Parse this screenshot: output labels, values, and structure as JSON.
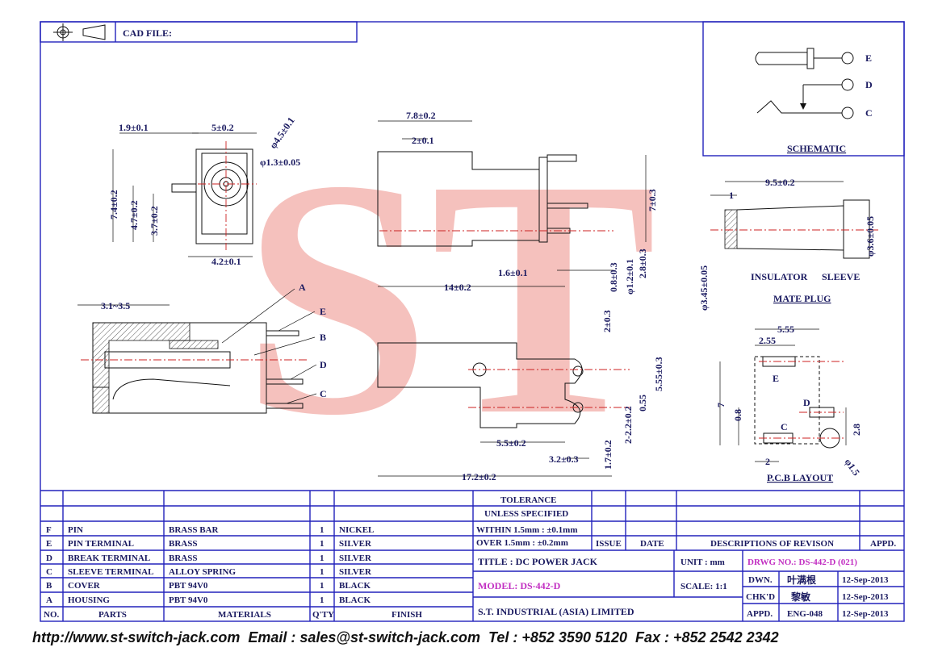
{
  "header": {
    "cad_file_label": "CAD FILE:"
  },
  "watermark": {
    "text": "ST",
    "color": "#f4b7b2"
  },
  "schematic": {
    "title": "SCHEMATIC",
    "pins": [
      "E",
      "D",
      "C"
    ]
  },
  "front_view": {
    "dims": [
      "1.9±0.1",
      "5±0.2",
      "φ4.5±0.1",
      "φ1.3±0.05",
      "7.4±0.2",
      "4.7±0.2",
      "3.7±0.2",
      "4.2±0.1"
    ]
  },
  "side_view": {
    "dims": [
      "7.8±0.2",
      "2±0.1",
      "7±0.3",
      "1.6±0.1",
      "14±0.2",
      "0.8±0.3",
      "φ1.2±0.1",
      "2.8±0.3"
    ]
  },
  "mate_plug": {
    "title": "MATE PLUG",
    "dims": [
      "9.5±0.2",
      "1",
      "φ3.6±0.05",
      "φ3.45±0.05"
    ],
    "labels": [
      "INSULATOR",
      "SLEEVE"
    ]
  },
  "section_view": {
    "dim": "3.1~3.5",
    "callouts": [
      "A",
      "E",
      "B",
      "D",
      "C"
    ]
  },
  "bottom_view": {
    "dims": [
      "2±0.3",
      "5.55±0.3",
      "0.55",
      "2-2.2±0.2",
      "5.5±0.2",
      "3.2±0.3",
      "1.7±0.2",
      "17.2±0.2"
    ]
  },
  "pcb_layout": {
    "title": "P.C.B LAYOUT",
    "dims": [
      "5.55",
      "2.55",
      "7",
      "0.8",
      "2.8",
      "2",
      "φ1.5"
    ],
    "pads": [
      "E",
      "D",
      "C"
    ]
  },
  "parts_table": {
    "headers": [
      "NO.",
      "PARTS",
      "MATERIALS",
      "Q'TY",
      "FINISH"
    ],
    "rows": [
      [
        "F",
        "PIN",
        "BRASS BAR",
        "1",
        "NICKEL"
      ],
      [
        "E",
        "PIN TERMINAL",
        "BRASS",
        "1",
        "SILVER"
      ],
      [
        "D",
        "BREAK TERMINAL",
        "BRASS",
        "1",
        "SILVER"
      ],
      [
        "C",
        "SLEEVE TERMINAL",
        "ALLOY SPRING",
        "1",
        "SILVER"
      ],
      [
        "B",
        "COVER",
        "PBT 94V0",
        "1",
        "BLACK"
      ],
      [
        "A",
        "HOUSING",
        "PBT 94V0",
        "1",
        "BLACK"
      ]
    ]
  },
  "tolerance": {
    "title": "TOLERANCE",
    "subtitle": "UNLESS   SPECIFIED",
    "line1": "WITHIN  1.5mm : ±0.1mm",
    "line2": "OVER    1.5mm : ±0.2mm"
  },
  "revision": {
    "issue": "ISSUE",
    "date": "DATE",
    "desc": "DESCRIPTIONS  OF  REVISON",
    "appd": "APPD."
  },
  "title_block": {
    "title": "TITLE : DC POWER JACK",
    "model": "MODEL: DS-442-D",
    "company": "S.T.  INDUSTRIAL  (ASIA)  LIMITED",
    "unit": "UNIT :   mm",
    "scale": "SCALE:  1:1",
    "drwg": "DRWG NO.: DS-442-D (021)",
    "rows": [
      {
        "label": "DWN.",
        "name": "叶满根",
        "date": "12-Sep-2013"
      },
      {
        "label": "CHK'D",
        "name": "黎敏",
        "date": "12-Sep-2013"
      },
      {
        "label": "APPD.",
        "name": "ENG-048",
        "date": "12-Sep-2013"
      }
    ]
  },
  "footer": {
    "text": "http://www.st-switch-jack.com  Email : sales@st-switch-jack.com  Tel : +852 3590 5120  Fax : +852 2542 2342"
  }
}
